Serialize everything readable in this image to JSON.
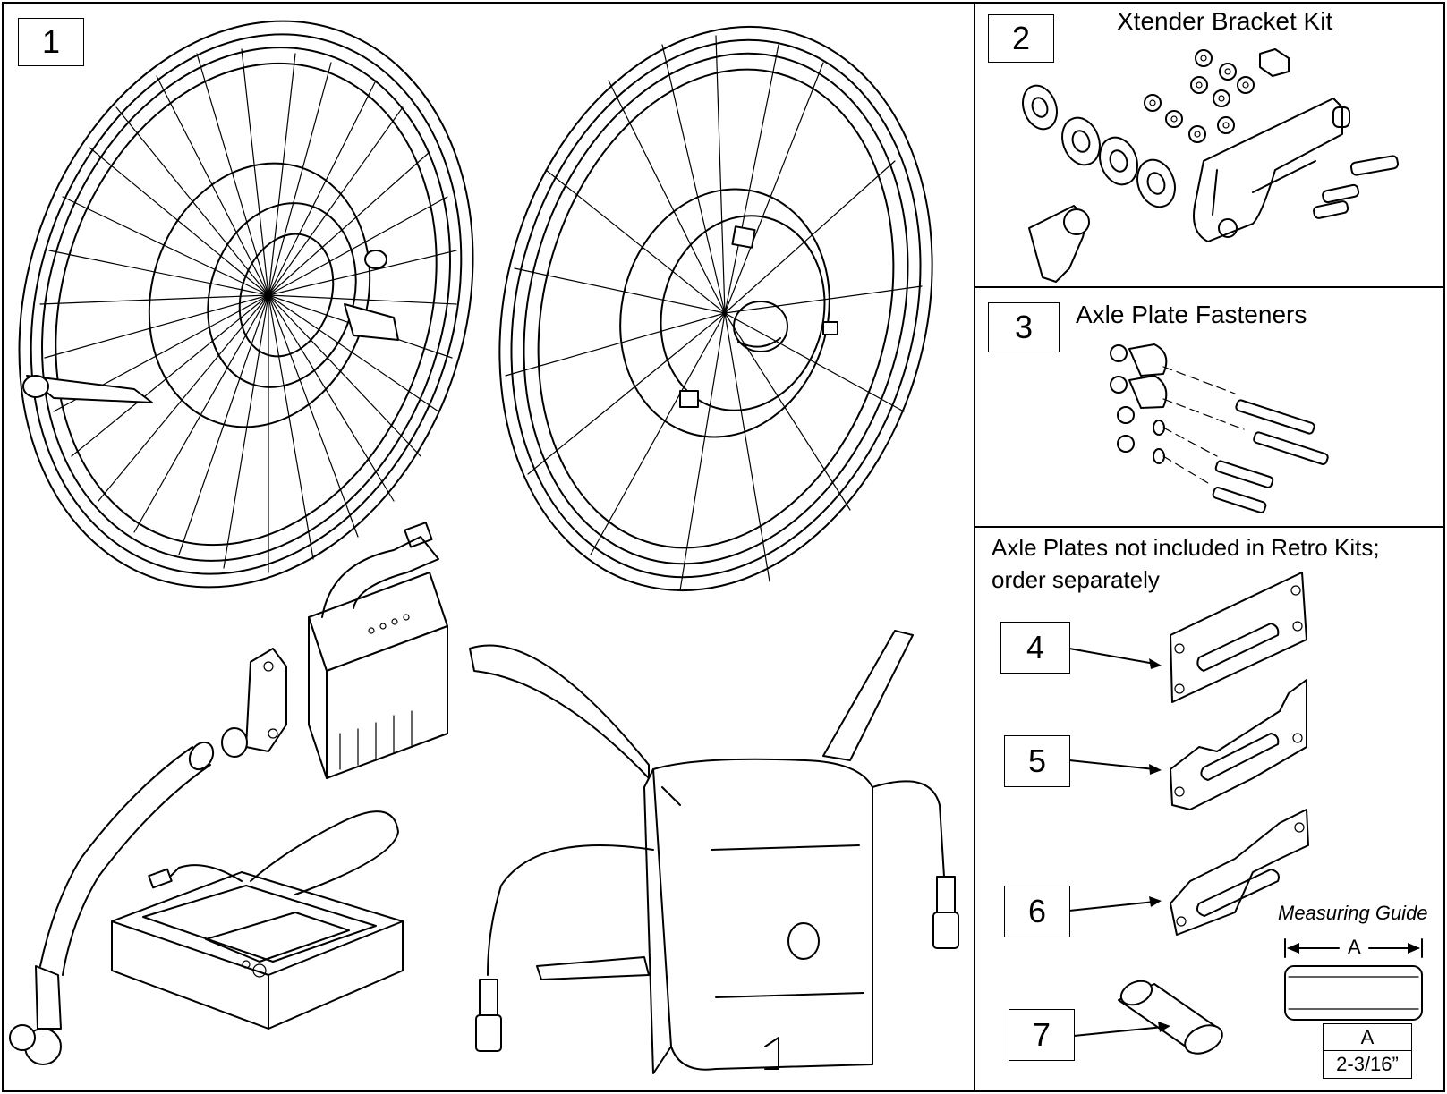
{
  "panels": {
    "p1": {
      "callout": "1"
    },
    "p2": {
      "callout": "2",
      "title": "Xtender Bracket Kit"
    },
    "p3": {
      "callout": "3",
      "title": "Axle Plate Fasteners"
    },
    "p4": {
      "note_line1": "Axle Plates not included in Retro Kits;",
      "note_line2": "order separately",
      "callouts": [
        "4",
        "5",
        "6",
        "7"
      ]
    }
  },
  "measuring_guide": {
    "title": "Measuring Guide",
    "dimension_label": "A",
    "table_header": "A",
    "table_value": "2-3/16”"
  }
}
